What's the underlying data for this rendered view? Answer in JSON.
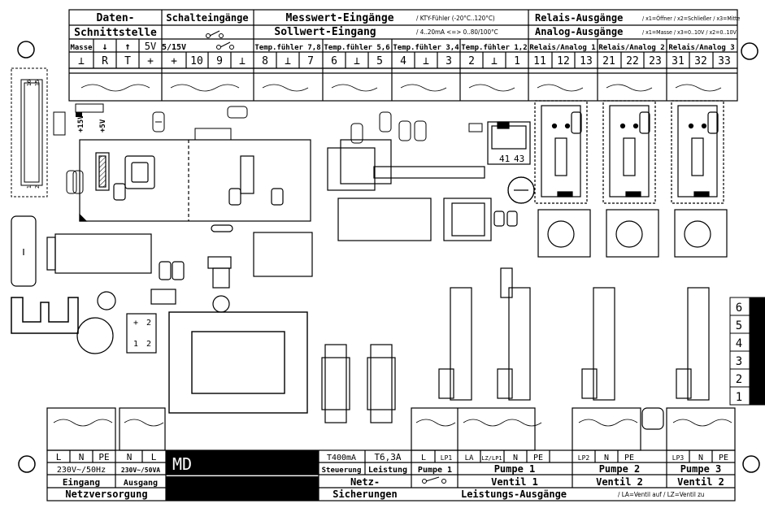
{
  "header": {
    "daten": "Daten-",
    "schnittstelle": "Schnittstelle",
    "schalteingaenge": "Schalteingänge",
    "messwert": "Messwert-Eingänge",
    "kty": "/ KTY-Fühler (-20°C..120°C)",
    "sollwert": "Sollwert-Eingang",
    "sollwert_range": "/ 4..20mA <=> 0..80/100°C",
    "relais_ausgaenge": "Relais-Ausgänge",
    "relais_note": "/ x1=Öffner / x2=Schließer / x3=Mitte",
    "analog_ausgaenge": "Analog-Ausgänge",
    "analog_note": "/ x1=Masse / x3=0..10V / x2=0..10V",
    "labels_row": [
      "Masse",
      "↓",
      "↑",
      "5V",
      "5/15V",
      "Temp.fühler 7,8",
      "Temp.fühler 5,6",
      "Temp.fühler 3,4",
      "Temp.fühler 1,2",
      "Relais/Analog 1",
      "Relais/Analog 2",
      "Relais/Analog 3"
    ],
    "terminals_row": [
      "⊥",
      "R",
      "T",
      "+",
      "+",
      "10",
      "9",
      "⊥",
      "8",
      "⊥",
      "7",
      "6",
      "⊥",
      "5",
      "4",
      "⊥",
      "3",
      "2",
      "⊥",
      "1",
      "11",
      "12",
      "13",
      "21",
      "22",
      "23",
      "31",
      "32",
      "33"
    ]
  },
  "board": {
    "connector_labels": [
      "41",
      "43"
    ],
    "supply_labels": [
      "+15V",
      "+5V"
    ],
    "ic_pins": [
      "16",
      "15",
      "1",
      "2"
    ],
    "cap_marks": [
      "+",
      "2",
      "1",
      "2"
    ]
  },
  "side_numbers": [
    "6",
    "5",
    "4",
    "3",
    "2",
    "1"
  ],
  "footer": {
    "mains": [
      "L",
      "N",
      "PE"
    ],
    "mains_spec": "230V~/50Hz",
    "eingang": "Eingang",
    "out_terms": [
      "N",
      "L"
    ],
    "out_spec": "230V~/50VA",
    "ausgang": "Ausgang",
    "netzversorgung": "Netzversorgung",
    "model": "MD",
    "fuse1_val": "T400mA",
    "fuse1_name": "Steuerung",
    "fuse2_val": "T6,3A",
    "fuse2_name": "Leistung",
    "netz_sich_1": "Netz-",
    "netz_sich_2": "Sicherungen",
    "p1_terms": [
      "L",
      "LP1"
    ],
    "p1_name": "Pumpe 1",
    "v1_terms": [
      "LA",
      "LZ/LP1",
      "N",
      "PE"
    ],
    "v1_title": "Pumpe 1",
    "v1_name": "Ventil 1",
    "p2_terms": [
      "LP2",
      "N",
      "PE"
    ],
    "p2_title": "Pumpe 2",
    "p2_name": "Ventil 2",
    "p3_terms": [
      "LP3",
      "N",
      "PE"
    ],
    "p3_title": "Pumpe 3",
    "p3_name": "Ventil 2",
    "leistung": "Leistungs-Ausgänge",
    "leistung_note": "/ LA=Ventil auf / LZ=Ventil zu"
  }
}
